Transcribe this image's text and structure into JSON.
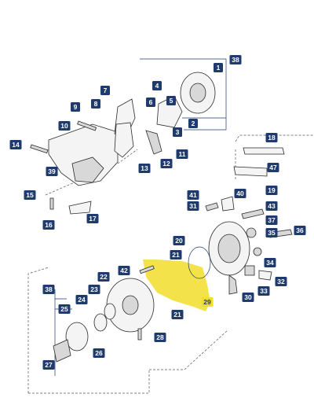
{
  "callouts": [
    {
      "id": "c38a",
      "label": "38"
    },
    {
      "id": "c1",
      "label": "1"
    },
    {
      "id": "c4",
      "label": "4"
    },
    {
      "id": "c7",
      "label": "7"
    },
    {
      "id": "c5",
      "label": "5"
    },
    {
      "id": "c6",
      "label": "6"
    },
    {
      "id": "c9",
      "label": "9"
    },
    {
      "id": "c8",
      "label": "8"
    },
    {
      "id": "c2",
      "label": "2"
    },
    {
      "id": "c10",
      "label": "10"
    },
    {
      "id": "c3",
      "label": "3"
    },
    {
      "id": "c14",
      "label": "14"
    },
    {
      "id": "c11",
      "label": "11"
    },
    {
      "id": "c12",
      "label": "12"
    },
    {
      "id": "c13",
      "label": "13"
    },
    {
      "id": "c39",
      "label": "39"
    },
    {
      "id": "c18",
      "label": "18"
    },
    {
      "id": "c47",
      "label": "47"
    },
    {
      "id": "c15",
      "label": "15"
    },
    {
      "id": "c17",
      "label": "17"
    },
    {
      "id": "c16",
      "label": "16"
    },
    {
      "id": "c41",
      "label": "41"
    },
    {
      "id": "c40",
      "label": "40"
    },
    {
      "id": "c19",
      "label": "19"
    },
    {
      "id": "c43",
      "label": "43"
    },
    {
      "id": "c37",
      "label": "37"
    },
    {
      "id": "c31",
      "label": "31"
    },
    {
      "id": "c35",
      "label": "35"
    },
    {
      "id": "c36",
      "label": "36"
    },
    {
      "id": "c20",
      "label": "20"
    },
    {
      "id": "c21a",
      "label": "21"
    },
    {
      "id": "c34",
      "label": "34"
    },
    {
      "id": "c42",
      "label": "42"
    },
    {
      "id": "c22",
      "label": "22"
    },
    {
      "id": "c32",
      "label": "32"
    },
    {
      "id": "c38b",
      "label": "38"
    },
    {
      "id": "c23",
      "label": "23"
    },
    {
      "id": "c33",
      "label": "33"
    },
    {
      "id": "c30",
      "label": "30"
    },
    {
      "id": "c24",
      "label": "24"
    },
    {
      "id": "c29",
      "label": "29"
    },
    {
      "id": "c25",
      "label": "25"
    },
    {
      "id": "c21b",
      "label": "21"
    },
    {
      "id": "c28",
      "label": "28"
    },
    {
      "id": "c26",
      "label": "26"
    },
    {
      "id": "c27",
      "label": "27"
    }
  ],
  "highlight": {
    "part": "29",
    "color": "#f2dd2c"
  },
  "colors": {
    "callout": "#1f3b6e",
    "line": "#2a2a2a"
  }
}
